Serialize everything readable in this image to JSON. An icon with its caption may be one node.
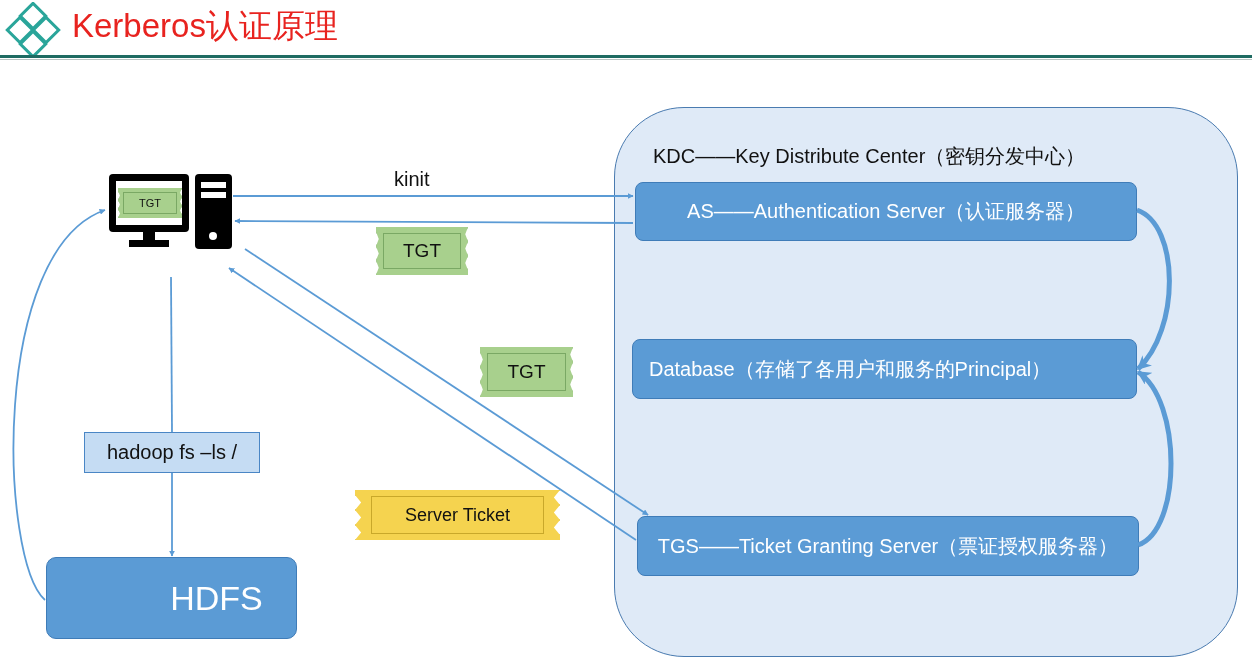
{
  "diagram": {
    "title": "Kerberos认证原理",
    "nodes": [
      {
        "text": [],
        "shape": "picture"
      },
      {
        "text": [
          "TGT"
        ],
        "in": 0
      },
      {
        "text": [
          "KDC——Key Distribute Center（密钥分发中心）"
        ]
      },
      {
        "text": [
          "AS——Authentication Server（认证服务器）"
        ],
        "in": 2
      },
      {
        "text": [
          "Database（存储了各用户和服务的Principal）"
        ],
        "in": 2
      },
      {
        "text": [
          "TGS——Ticket Granting Server（票证授权服务器）"
        ],
        "in": 2
      },
      {
        "text": [
          "hadoop fs –ls /"
        ]
      },
      {
        "text": [
          "HDFS"
        ]
      },
      {
        "text": [
          "TGT"
        ]
      },
      {
        "text": [
          "TGT"
        ]
      },
      {
        "text": [
          "Server Ticket"
        ]
      }
    ],
    "edges": [
      {
        "from": 0,
        "to": 3,
        "arrow": "to",
        "label": "kinit"
      },
      {
        "from": 3,
        "to": 0,
        "arrow": "to"
      },
      {
        "from": 0,
        "to": 5,
        "arrow": "to"
      },
      {
        "from": 5,
        "to": 0,
        "arrow": "to"
      },
      {
        "from": 0,
        "to": 6,
        "arrow": "none"
      },
      {
        "from": 6,
        "to": 7,
        "arrow": "to"
      },
      {
        "from": 7,
        "to": 0,
        "arrow": "to"
      },
      {
        "from": 3,
        "to": 4,
        "arrow": "to",
        "style": "thick"
      },
      {
        "from": 5,
        "to": 4,
        "arrow": "to",
        "style": "thick"
      }
    ]
  }
}
